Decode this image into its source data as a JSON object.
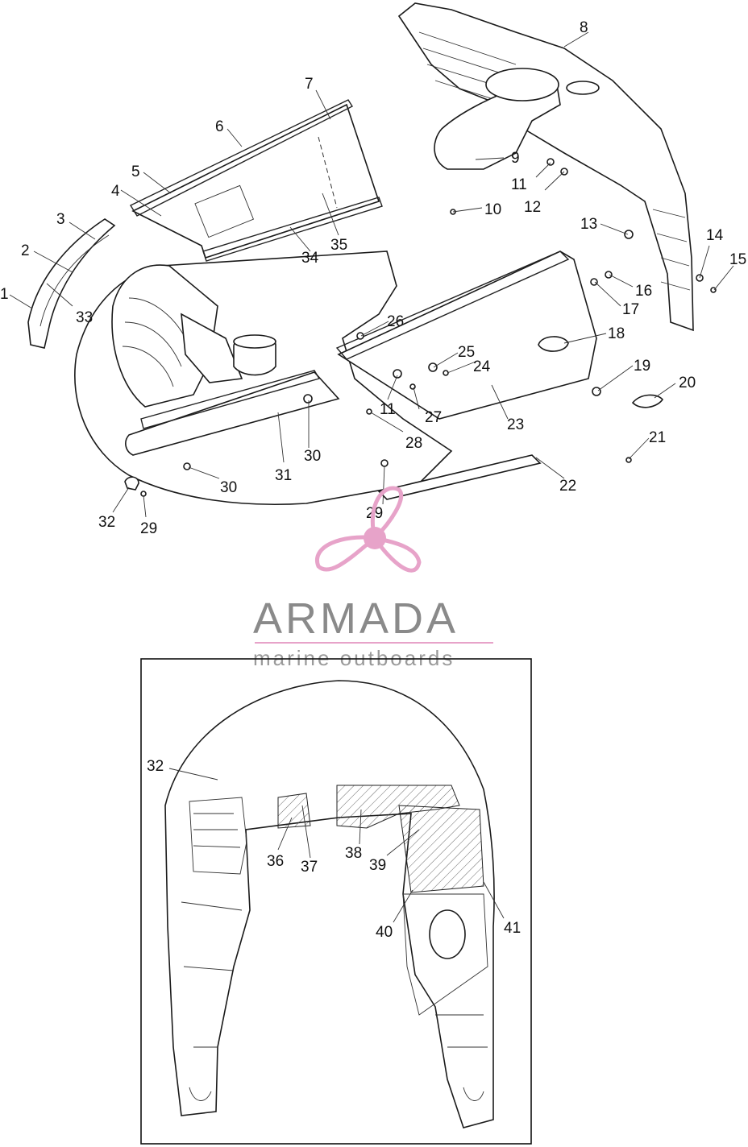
{
  "callouts": {
    "c1": "1",
    "c2": "2",
    "c3": "3",
    "c4": "4",
    "c5": "5",
    "c6": "6",
    "c7": "7",
    "c8": "8",
    "c9": "9",
    "c10": "10",
    "c11a": "11",
    "c11b": "11",
    "c12": "12",
    "c13": "13",
    "c14": "14",
    "c15": "15",
    "c16": "16",
    "c17": "17",
    "c18": "18",
    "c19": "19",
    "c20": "20",
    "c21": "21",
    "c22": "22",
    "c23": "23",
    "c24": "24",
    "c25": "25",
    "c26": "26",
    "c27": "27",
    "c28": "28",
    "c29a": "29",
    "c29b": "29",
    "c30a": "30",
    "c30b": "30",
    "c31": "31",
    "c32a": "32",
    "c33": "33",
    "c34": "34",
    "c35": "35",
    "c32b": "32",
    "c36": "36",
    "c37": "37",
    "c38": "38",
    "c39": "39",
    "c40": "40",
    "c41": "41"
  },
  "watermark": {
    "brand": "ARMADA",
    "tagline": "marine outboards",
    "accent_color": "#e7a3c9",
    "text_color": "#8a8a8a"
  }
}
